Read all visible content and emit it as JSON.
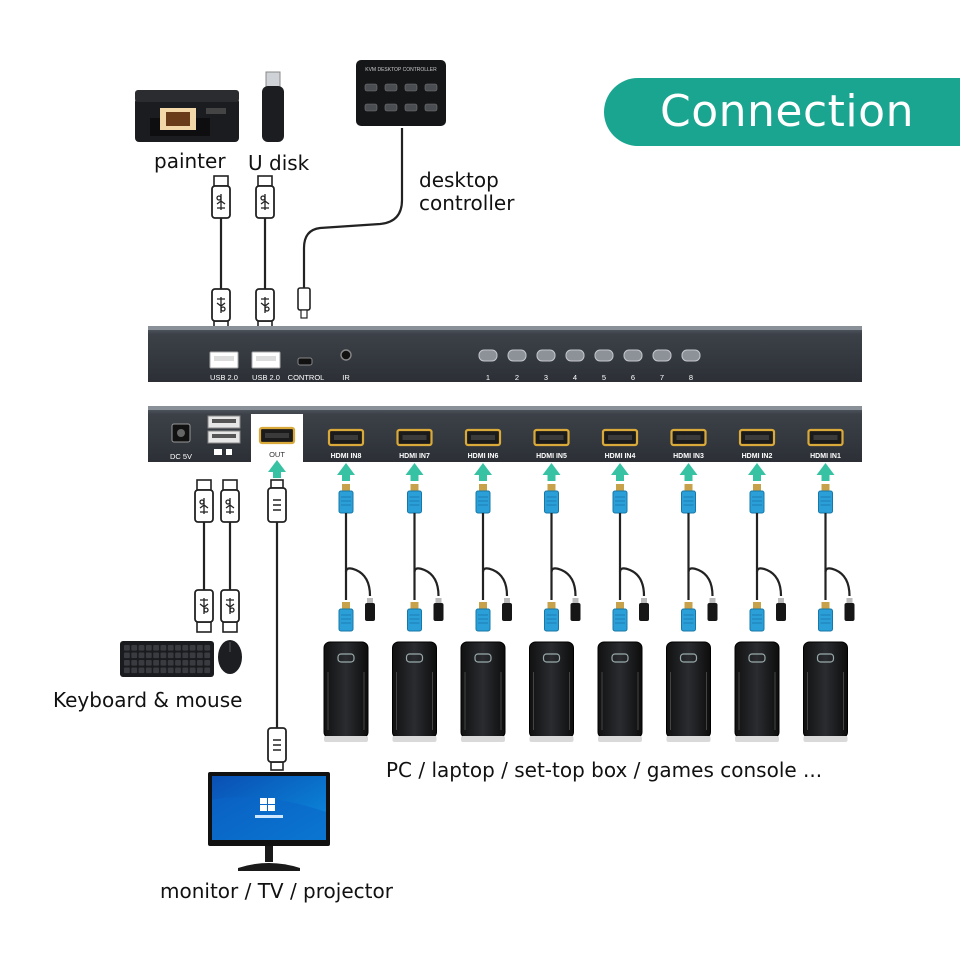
{
  "title": "Connection",
  "devices": {
    "printer": "painter",
    "udisk": "U disk",
    "controller": "desktop\ncontroller",
    "keyboard": "Keyboard & mouse",
    "monitor": "monitor / TV / projector",
    "sources": "PC / laptop / set-top box / games console ..."
  },
  "front_panel": {
    "usb_labels": [
      "USB 2.0",
      "USB 2.0"
    ],
    "control_label": "CONTROL",
    "ir_label": "IR",
    "buttons": [
      "1",
      "2",
      "3",
      "4",
      "5",
      "6",
      "7",
      "8"
    ]
  },
  "back_panel": {
    "dc_label": "DC 5V",
    "out_label": "OUT",
    "hdmi_inputs": [
      "HDMI IN8",
      "HDMI IN7",
      "HDMI IN6",
      "HDMI IN5",
      "HDMI IN4",
      "HDMI IN3",
      "HDMI IN2",
      "HDMI IN1"
    ]
  },
  "colors": {
    "accent": "#1aa590",
    "panel": "#3c4148",
    "hdmi_connector": "#2b9fd8",
    "arrow": "#38c2a4"
  }
}
